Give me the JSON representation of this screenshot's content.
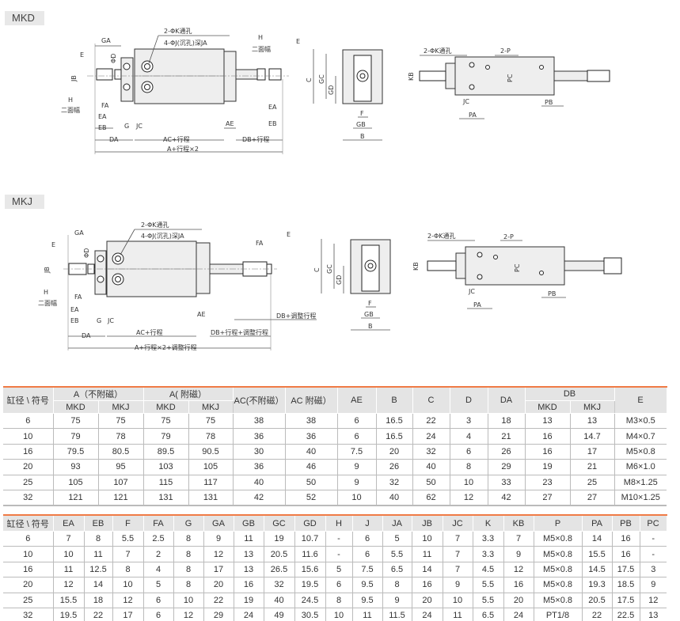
{
  "sections": {
    "mkd": "MKD",
    "mkj": "MKJ"
  },
  "mkd_drawing": {
    "k_hole": "2-ΦK通孔",
    "j_hole": "4-ΦJ(沉孔)深JA",
    "ga": "GA",
    "e": "E",
    "phi_d": "ΦD",
    "jb": "JB",
    "h": "H",
    "flats": "二面幅",
    "fa": "FA",
    "ea": "EA",
    "eb": "EB",
    "g": "G",
    "jc": "JC",
    "da": "DA",
    "ac": "AC+行程",
    "ae": "AE",
    "db": "DB+行程",
    "a": "A+行程×2",
    "c": "C",
    "gc": "GC",
    "gd": "GD",
    "f": "F",
    "gb": "GB",
    "b": "B",
    "p": "2-P",
    "kb": "KB",
    "pc": "PC",
    "pa": "PA",
    "pb": "PB"
  },
  "mkj_drawing": {
    "k_hole": "2-ΦK通孔",
    "j_hole": "4-ΦJ(沉孔)深JA",
    "ga": "GA",
    "e": "E",
    "phi_d": "ΦD",
    "jb": "JB",
    "h": "H",
    "flats": "二面幅",
    "fa": "FA",
    "ea": "EA",
    "eb": "EB",
    "g": "G",
    "jc": "JC",
    "da": "DA",
    "ac": "AC+行程",
    "ae": "AE",
    "db_adj": "DB+调整行程",
    "db": "DB+行程+调整行程",
    "a": "A+行程×2+调整行程",
    "c": "C",
    "gc": "GC",
    "gd": "GD",
    "f": "F",
    "gb": "GB",
    "b": "B",
    "p": "2-P",
    "kb": "KB",
    "pc": "PC",
    "pa": "PA",
    "pb": "PB"
  },
  "table1": {
    "h_bore": "缸径 \\ 符号",
    "h_a_nomag": "A（不附磁）",
    "h_a_mag": "A( 附磁）",
    "h_ac_nomag": "AC(不附磁）",
    "h_ac_mag": "AC 附磁）",
    "h_ae": "AE",
    "h_b": "B",
    "h_c": "C",
    "h_d": "D",
    "h_da": "DA",
    "h_db": "DB",
    "h_e": "E",
    "sub": [
      "MKD",
      "MKJ",
      "MKD",
      "MKJ",
      "MKD",
      "MKJ"
    ],
    "rows": [
      [
        "6",
        "75",
        "75",
        "75",
        "75",
        "38",
        "38",
        "6",
        "16.5",
        "22",
        "3",
        "18",
        "13",
        "13",
        "M3×0.5"
      ],
      [
        "10",
        "79",
        "78",
        "79",
        "78",
        "36",
        "36",
        "6",
        "16.5",
        "24",
        "4",
        "21",
        "16",
        "14.7",
        "M4×0.7"
      ],
      [
        "16",
        "79.5",
        "80.5",
        "89.5",
        "90.5",
        "30",
        "40",
        "7.5",
        "20",
        "32",
        "6",
        "26",
        "16",
        "17",
        "M5×0.8"
      ],
      [
        "20",
        "93",
        "95",
        "103",
        "105",
        "36",
        "46",
        "9",
        "26",
        "40",
        "8",
        "29",
        "19",
        "21",
        "M6×1.0"
      ],
      [
        "25",
        "105",
        "107",
        "115",
        "117",
        "40",
        "50",
        "9",
        "32",
        "50",
        "10",
        "33",
        "23",
        "25",
        "M8×1.25"
      ],
      [
        "32",
        "121",
        "121",
        "131",
        "131",
        "42",
        "52",
        "10",
        "40",
        "62",
        "12",
        "42",
        "27",
        "27",
        "M10×1.25"
      ]
    ]
  },
  "table2": {
    "headers": [
      "缸径 \\ 符号",
      "EA",
      "EB",
      "F",
      "FA",
      "G",
      "GA",
      "GB",
      "GC",
      "GD",
      "H",
      "J",
      "JA",
      "JB",
      "JC",
      "K",
      "KB",
      "P",
      "PA",
      "PB",
      "PC"
    ],
    "rows": [
      [
        "6",
        "7",
        "8",
        "5.5",
        "2.5",
        "8",
        "9",
        "11",
        "19",
        "10.7",
        "-",
        "6",
        "5",
        "10",
        "7",
        "3.3",
        "7",
        "M5×0.8",
        "14",
        "16",
        "-"
      ],
      [
        "10",
        "10",
        "11",
        "7",
        "2",
        "8",
        "12",
        "13",
        "20.5",
        "11.6",
        "-",
        "6",
        "5.5",
        "11",
        "7",
        "3.3",
        "9",
        "M5×0.8",
        "15.5",
        "16",
        "-"
      ],
      [
        "16",
        "11",
        "12.5",
        "8",
        "4",
        "8",
        "17",
        "13",
        "26.5",
        "15.6",
        "5",
        "7.5",
        "6.5",
        "14",
        "7",
        "4.5",
        "12",
        "M5×0.8",
        "14.5",
        "17.5",
        "3"
      ],
      [
        "20",
        "12",
        "14",
        "10",
        "5",
        "8",
        "20",
        "16",
        "32",
        "19.5",
        "6",
        "9.5",
        "8",
        "16",
        "9",
        "5.5",
        "16",
        "M5×0.8",
        "19.3",
        "18.5",
        "9"
      ],
      [
        "25",
        "15.5",
        "18",
        "12",
        "6",
        "10",
        "22",
        "19",
        "40",
        "24.5",
        "8",
        "9.5",
        "9",
        "20",
        "10",
        "5.5",
        "20",
        "M5×0.8",
        "20.5",
        "17.5",
        "12"
      ],
      [
        "32",
        "19.5",
        "22",
        "17",
        "6",
        "12",
        "29",
        "24",
        "49",
        "30.5",
        "10",
        "11",
        "11.5",
        "24",
        "11",
        "6.5",
        "24",
        "PT1/8",
        "22",
        "22.5",
        "13"
      ]
    ]
  },
  "colors": {
    "accent": "#f07b45",
    "header_bg": "#e4e4e4"
  }
}
